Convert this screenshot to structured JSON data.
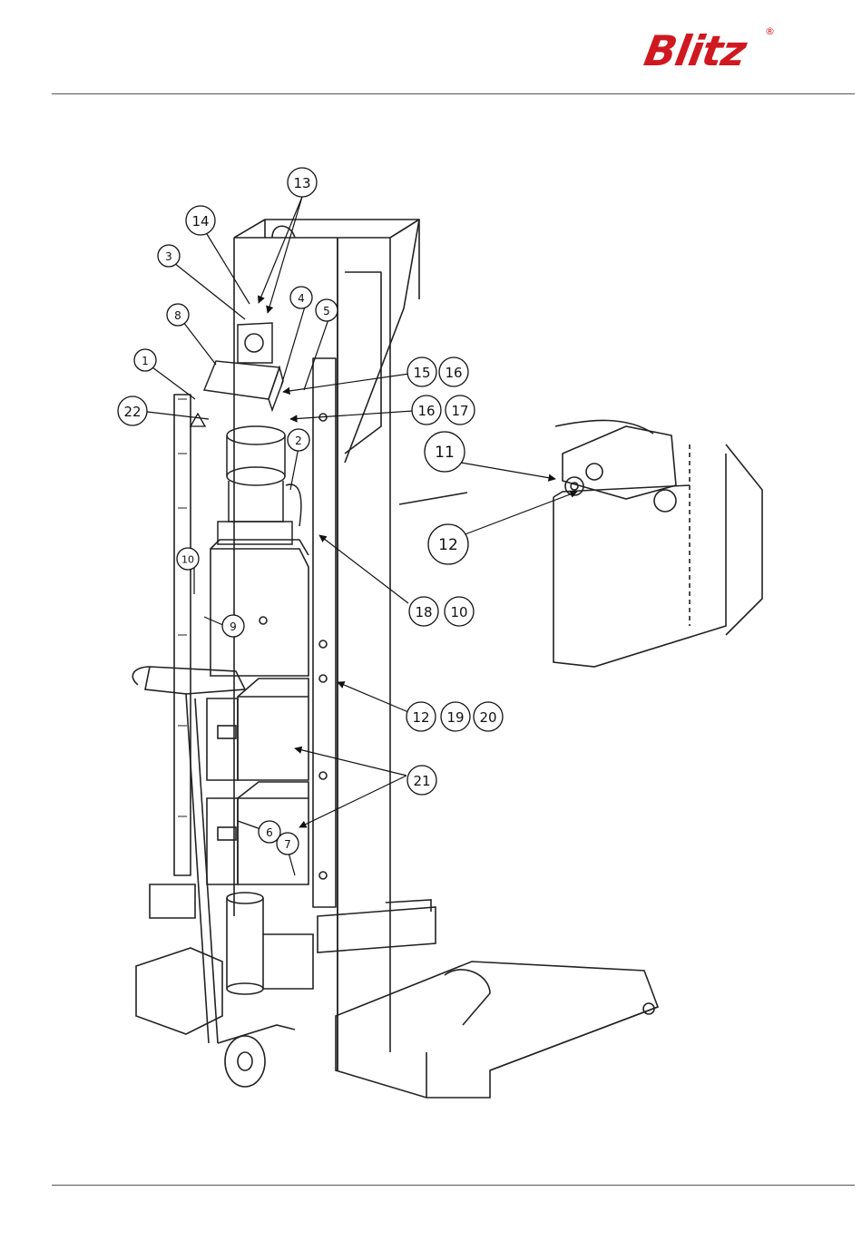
{
  "header": {
    "brand": "Blitz",
    "registered_mark": "®"
  },
  "colors": {
    "brand_red": "#d01820",
    "line": "#222222",
    "rule": "#555555"
  },
  "callouts": {
    "c1": "1",
    "c2": "2",
    "c3": "3",
    "c4": "4",
    "c5": "5",
    "c6": "6",
    "c7": "7",
    "c8": "8",
    "c9": "9",
    "c10a": "10",
    "c11": "11",
    "c12a": "12",
    "c13": "13",
    "c14": "14",
    "c15": "15",
    "c16a": "16",
    "c16b": "16",
    "c17": "17",
    "c18": "18",
    "c10b": "10",
    "c12b": "12",
    "c19": "19",
    "c20": "20",
    "c21": "21",
    "c22": "22"
  }
}
